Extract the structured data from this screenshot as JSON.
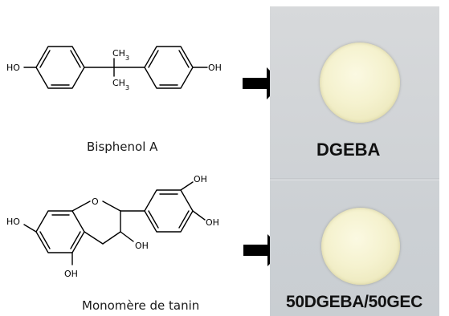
{
  "bisphenol": {
    "caption": "Bisphenol A",
    "groups": {
      "oh_left": "HO",
      "oh_right": "OH",
      "ch3_top": "CH3",
      "ch3_bottom": "CH3"
    }
  },
  "tannin": {
    "caption": "Monomère de tanin",
    "groups": {
      "ho_left": "HO",
      "oh_bottom": "OH",
      "ring_o": "O",
      "oh_c3": "OH",
      "oh_top_right": "OH",
      "oh_right": "OH"
    }
  },
  "samples": {
    "top_label": "DGEBA",
    "bottom_label": "50DGEBA/50GEC"
  },
  "colors": {
    "arrow": "#000000",
    "disc": "#f5f2cf",
    "photo_bg": "#d1d4d7"
  }
}
